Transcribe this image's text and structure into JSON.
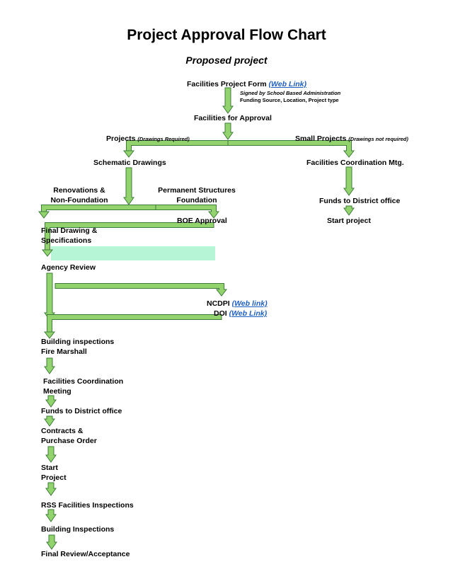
{
  "title": "Project Approval Flow Chart",
  "subtitle": "Proposed project",
  "nodes": {
    "facilities_form": "Facilities Project Form",
    "facilities_form_link": "(Web Link)",
    "signed_by": "Signed by School Based Administration",
    "funding_info": "Funding Source, Location, Project type",
    "facilities_approval": "Facilities for Approval",
    "projects": "Projects",
    "projects_note": "(Drawings Required)",
    "small_projects": "Small Projects",
    "small_projects_note": "(Drawings not required)",
    "schematic": "Schematic Drawings",
    "coordination_mtg": "Facilities Coordination Mtg.",
    "renovations_1": "Renovations &",
    "renovations_2": "Non-Foundation",
    "permanent_1": "Permanent Structures",
    "permanent_2": "Foundation",
    "funds_district_right": "Funds to District office",
    "boe_approval": "BOE Approval",
    "start_project_right": "Start project",
    "final_drawing_1": "Final Drawing &",
    "final_drawing_2": "Specifications",
    "agency_review": "Agency Review",
    "ncdpi": "NCDPI",
    "ncdpi_link": "(Web link)",
    "doi": "DOI",
    "doi_link": "(Web Link)",
    "building_insp_1": "Building inspections",
    "building_insp_2": "Fire Marshall",
    "fac_coord_1": "Facilities Coordination",
    "fac_coord_2": "Meeting",
    "funds_district": "Funds to District office",
    "contracts_1": "Contracts &",
    "contracts_2": "Purchase Order",
    "start_1": "Start",
    "start_2": "Project",
    "rss_inspections": "RSS Facilities Inspections",
    "building_inspections": "Building Inspections",
    "final_review": "Final Review/Acceptance"
  },
  "colors": {
    "arrow_fill": "#92d36e",
    "arrow_stroke": "#3f7c3c",
    "highlight": "#b6f5d6",
    "link": "#1f5fbf"
  }
}
